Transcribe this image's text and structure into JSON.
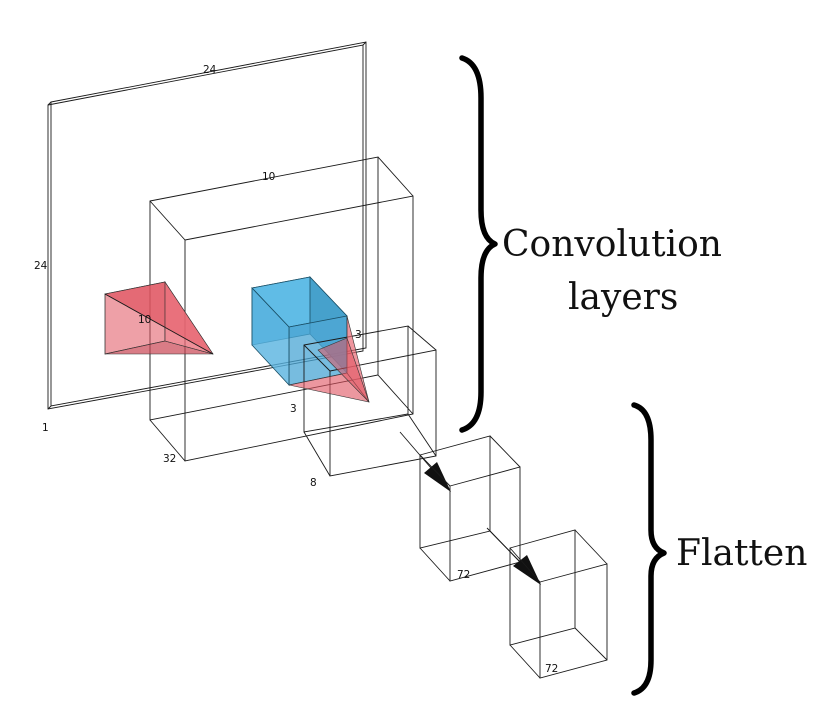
{
  "colors": {
    "kernel_red": "#e0525f",
    "kernel_blue": "#4aacdb",
    "outline": "#1a1a1a",
    "text": "#111111"
  },
  "input_layer": {
    "width_label": "24",
    "height_label": "24",
    "depth_label": "1"
  },
  "conv1_layer": {
    "width_label": "10",
    "depth_label": "32"
  },
  "conv1_kernel": {
    "size_label": "10"
  },
  "conv2_layer": {
    "width_label": "3",
    "height_label": "3",
    "depth_label": "8"
  },
  "flatten1_layer": {
    "depth_label": "72"
  },
  "flatten2_layer": {
    "depth_label": "72"
  },
  "group_labels": {
    "convolution_line1": "Convolution",
    "convolution_line2": "layers",
    "flatten": "Flatten"
  }
}
